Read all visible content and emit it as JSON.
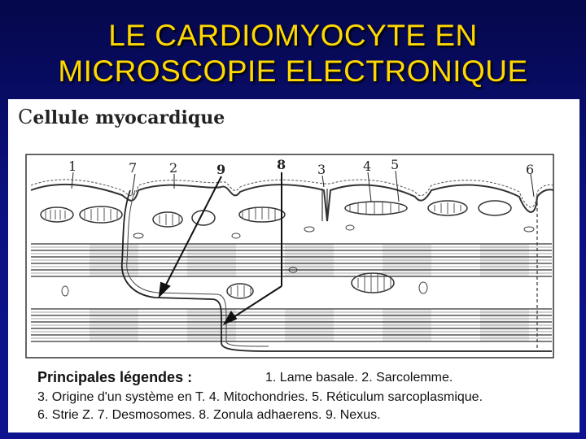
{
  "slide": {
    "title_line1": "LE CARDIOMYOCYTE EN",
    "title_line2": "MICROSCOPIE ELECTRONIQUE"
  },
  "figure": {
    "heading_first": "C",
    "heading_rest": "ellule myocardique",
    "labels": [
      "1",
      "7",
      "2",
      "9",
      "8",
      "3",
      "4",
      "5",
      "6"
    ]
  },
  "legend": {
    "title": "Principales légendes :",
    "line1": "1. Lame basale. 2. Sarcolemme.",
    "line2": "3. Origine d'un système en T. 4. Mitochondries. 5. Réticulum sarcoplasmique.",
    "line3": "6. Strie Z. 7. Desmosomes. 8. Zonula adhaerens. 9. Nexus."
  },
  "colors": {
    "title": "#ffd800",
    "background": "#0b1080"
  }
}
